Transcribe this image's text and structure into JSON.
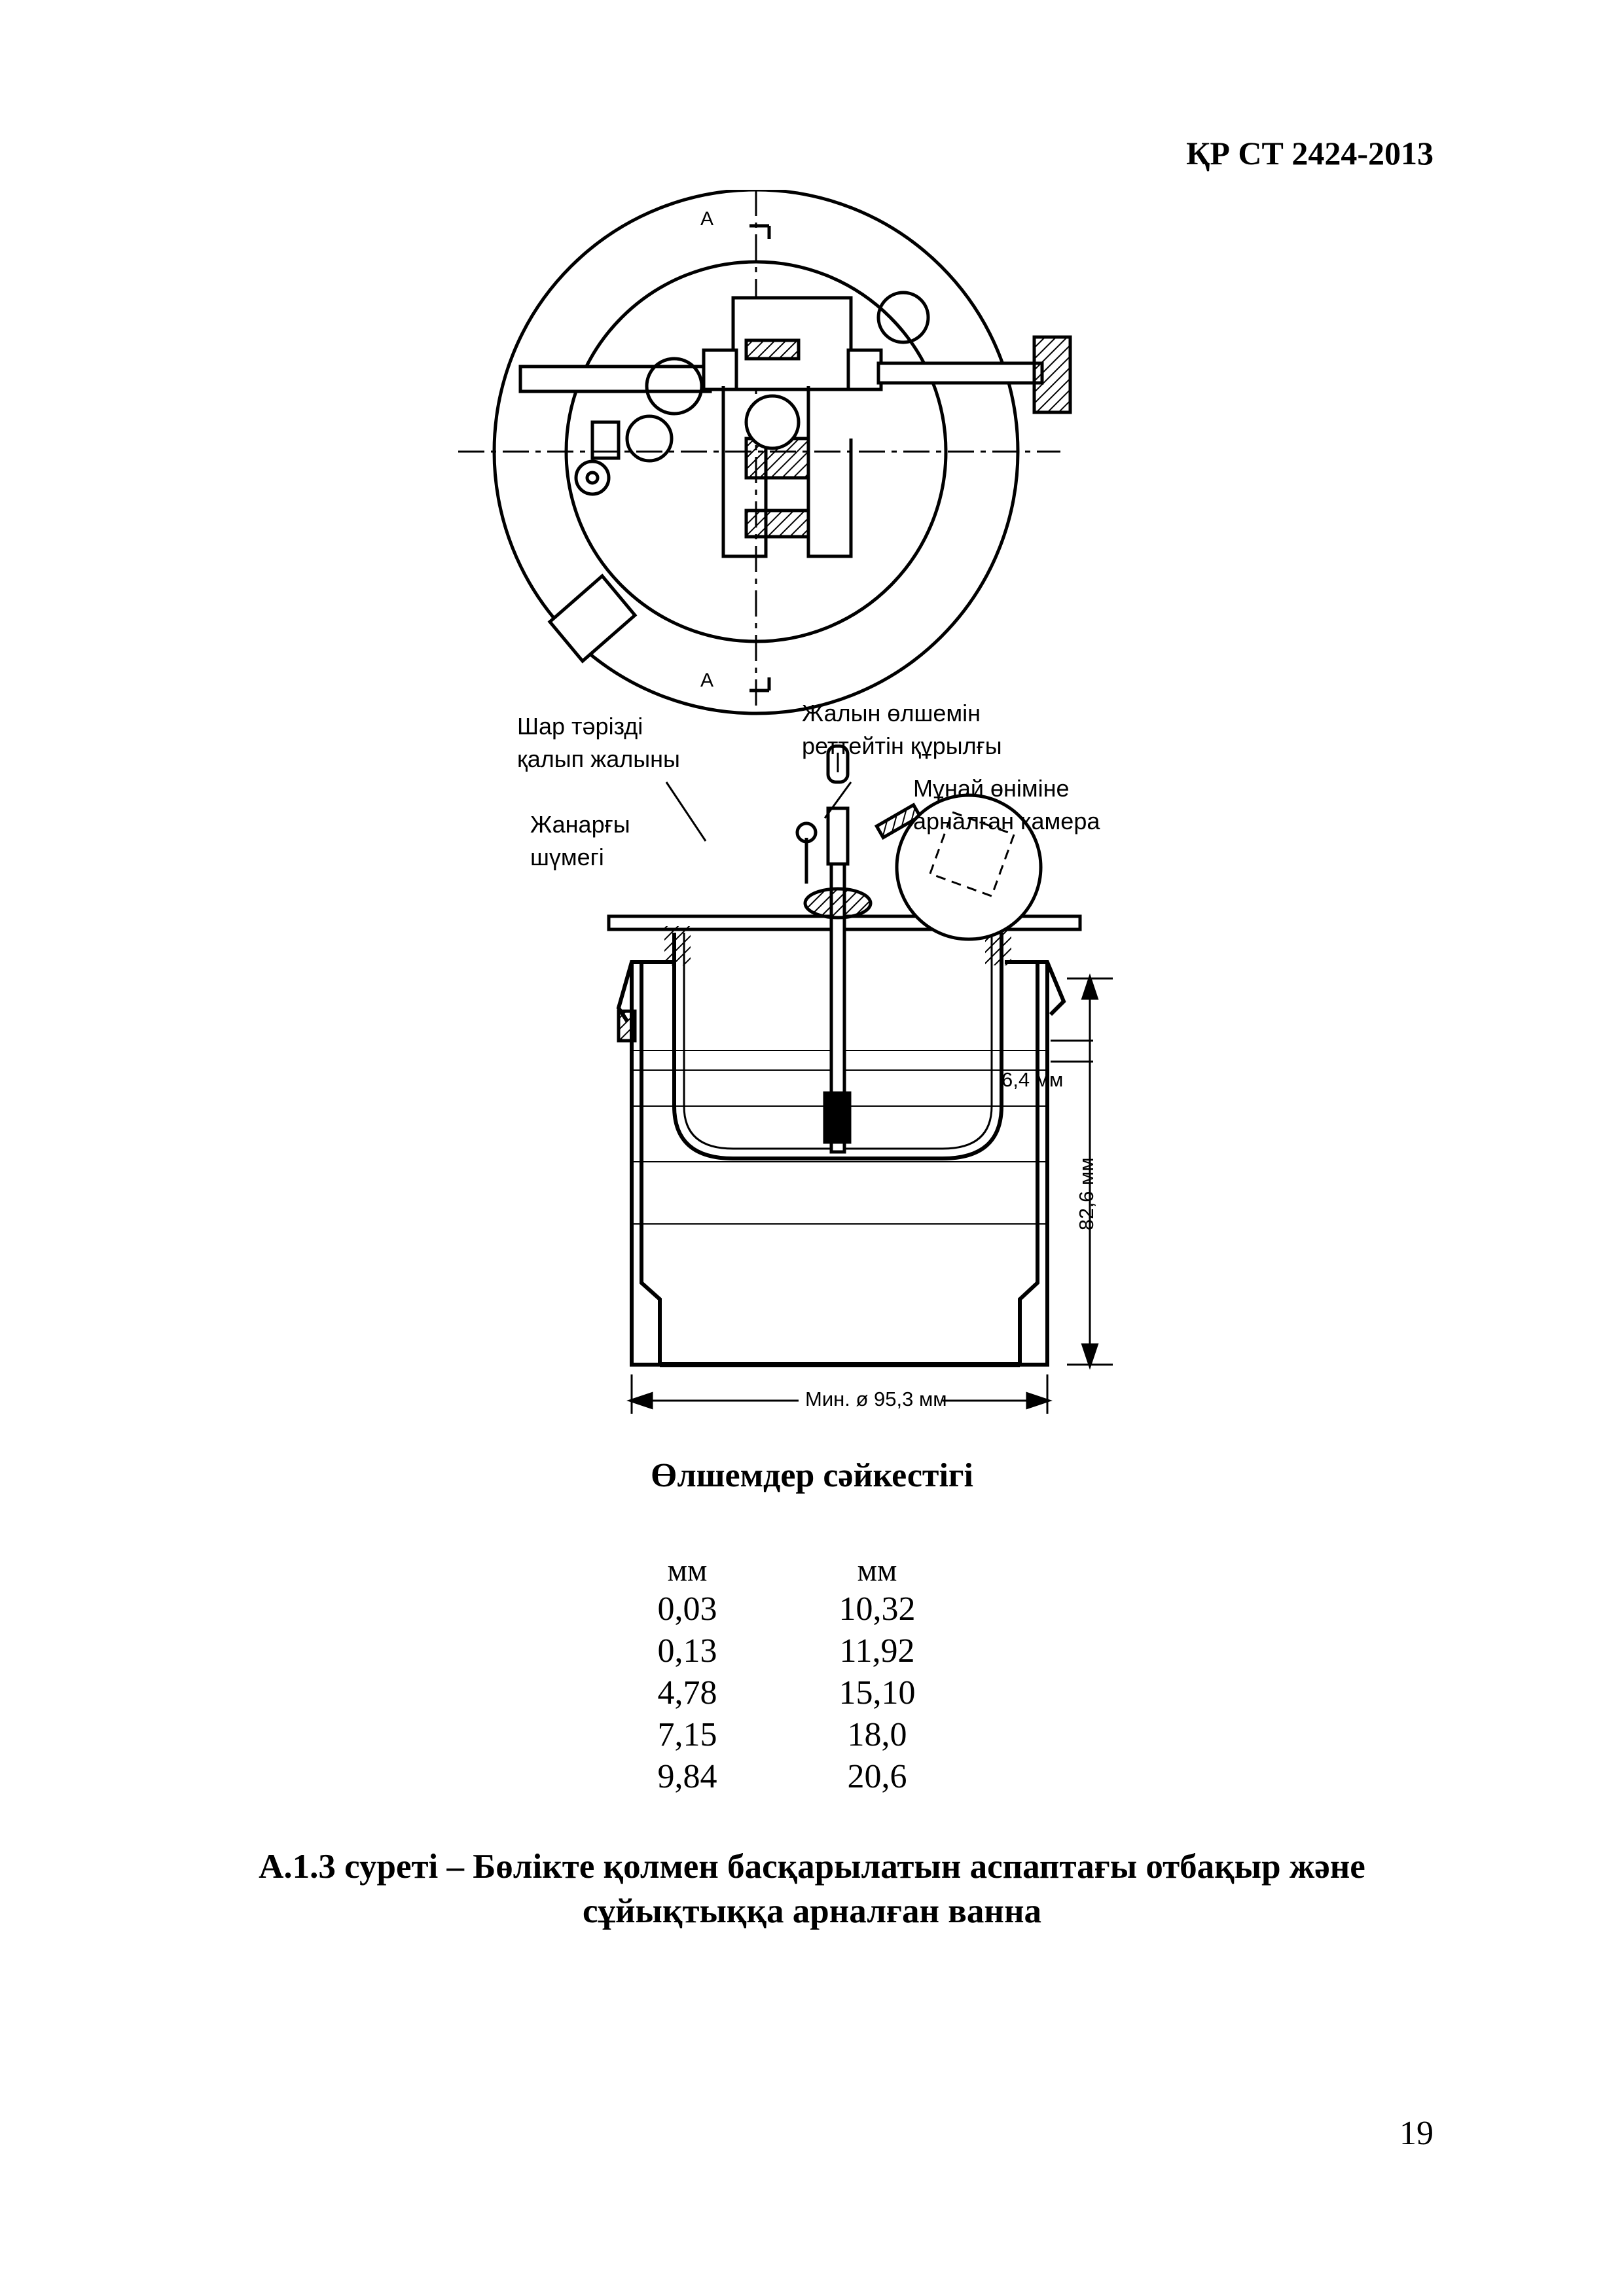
{
  "header": {
    "standard_code": "ҚР СТ 2424-2013"
  },
  "figure": {
    "section_marks": {
      "top": "А",
      "bottom": "А"
    },
    "labels": {
      "ball_flame": [
        "Шар тәрізді",
        "қалып жалыны"
      ],
      "flame_size_device": [
        "Жалын өлшемін",
        "реттейтін құрылғы"
      ],
      "oil_chamber": [
        "Мұнай өніміне",
        "арналған камера"
      ],
      "burner_nozzle": [
        "Жанарғы",
        "шүмегі"
      ]
    },
    "dimensions": {
      "gap": "6,4 мм",
      "height": "82,6 мм",
      "min_diameter": "Мин. ø 95,3 мм"
    }
  },
  "table": {
    "title": "Өлшемдер сәйкестігі",
    "headers": [
      "мм",
      "мм"
    ],
    "rows": [
      [
        "0,03",
        "10,32"
      ],
      [
        "0,13",
        "11,92"
      ],
      [
        "4,78",
        "15,10"
      ],
      [
        "7,15",
        "18,0"
      ],
      [
        "9,84",
        "20,6"
      ]
    ]
  },
  "caption": {
    "line1": "А.1.3 суреті – Бөлікте қолмен басқарылатын аспаптағы отбақыр және",
    "line2": "сұйықтыққа арналған ванна"
  },
  "footer": {
    "page_number": "19"
  }
}
